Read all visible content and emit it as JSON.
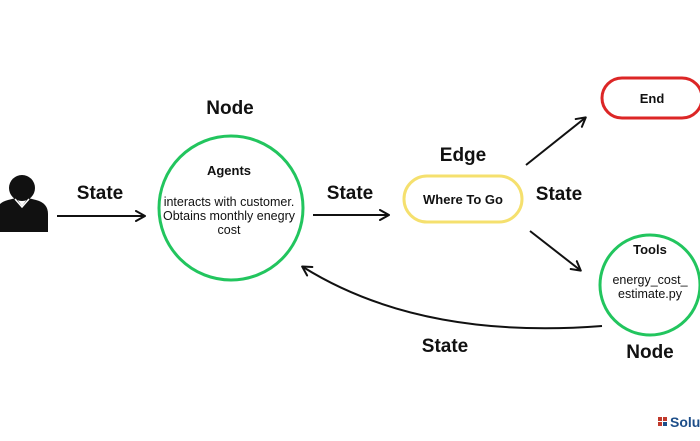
{
  "colors": {
    "node_outline": "#22c55e",
    "edge_outline": "#f5e06e",
    "end_outline": "#dc2626",
    "arrow": "#111111",
    "user_icon": "#111111",
    "brand_icon": "#c0392b",
    "brand_text": "#1d4e89"
  },
  "icons": {
    "user": "user-silhouette-icon",
    "brand": "brand-logo-icon"
  },
  "labels": {
    "state_user_to_agent": "State",
    "state_agent_to_edge": "State",
    "state_edge_out": "State",
    "state_return": "State",
    "node_agents_caption": "Node",
    "edge_caption": "Edge",
    "node_tools_caption": "Node"
  },
  "agents_node": {
    "title": "Agents",
    "line1": "interacts with customer.",
    "line2": "Obtains monthly enegry",
    "line3": "cost"
  },
  "edge_node": {
    "label": "Where To Go"
  },
  "end_node": {
    "label": "End"
  },
  "tools_node": {
    "title": "Tools",
    "line1": "energy_cost_",
    "line2": "estimate.py"
  },
  "brand": {
    "text": "Solu"
  }
}
